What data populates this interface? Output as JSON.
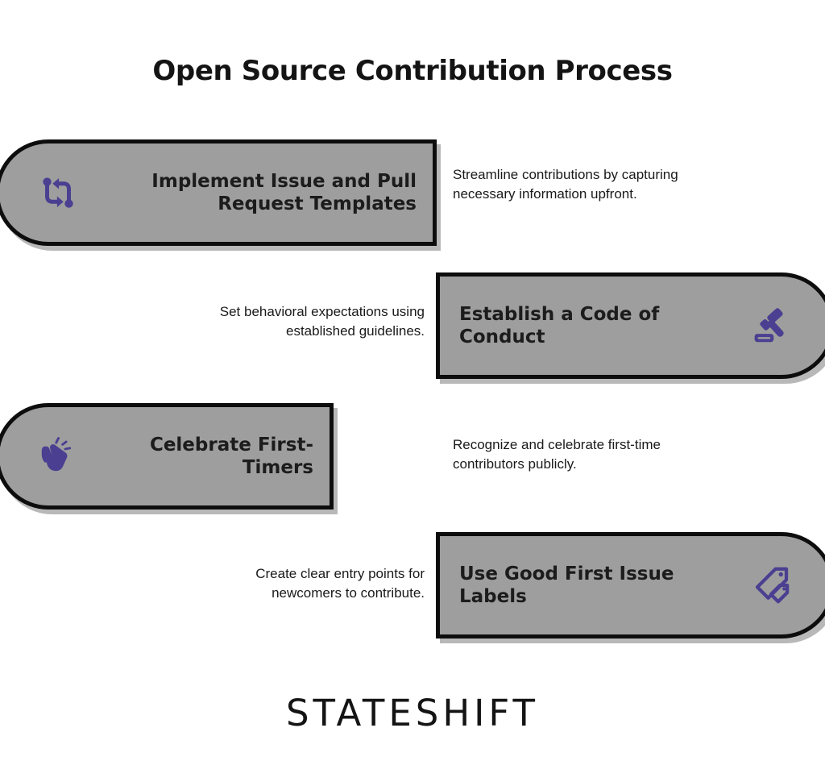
{
  "page": {
    "title": "Open Source Contribution Process",
    "background_color": "#ffffff",
    "bar_fill_color": "#9e9e9e",
    "bar_border_color": "#0d0d0d",
    "icon_color": "#4A3F91",
    "text_color": "#1a1a1a"
  },
  "steps": [
    {
      "label": "Implement Issue and Pull Request Templates",
      "description": "Streamline contributions by capturing necessary information upfront.",
      "icon": "pull-request-icon",
      "bar_side": "left",
      "cap": "rounded-left"
    },
    {
      "label": "Establish a Code of Conduct",
      "description": "Set behavioral expectations using established guidelines.",
      "icon": "gavel-icon",
      "bar_side": "right",
      "cap": "rounded-right"
    },
    {
      "label": "Celebrate First-Timers",
      "description": "Recognize and celebrate first-time contributors publicly.",
      "icon": "clapping-hands-icon",
      "bar_side": "left",
      "cap": "rounded-left"
    },
    {
      "label": "Use Good First Issue Labels",
      "description": "Create clear entry points for newcomers to contribute.",
      "icon": "tags-icon",
      "bar_side": "right",
      "cap": "rounded-right"
    }
  ],
  "footer": {
    "brand": "STATESHIFT"
  }
}
